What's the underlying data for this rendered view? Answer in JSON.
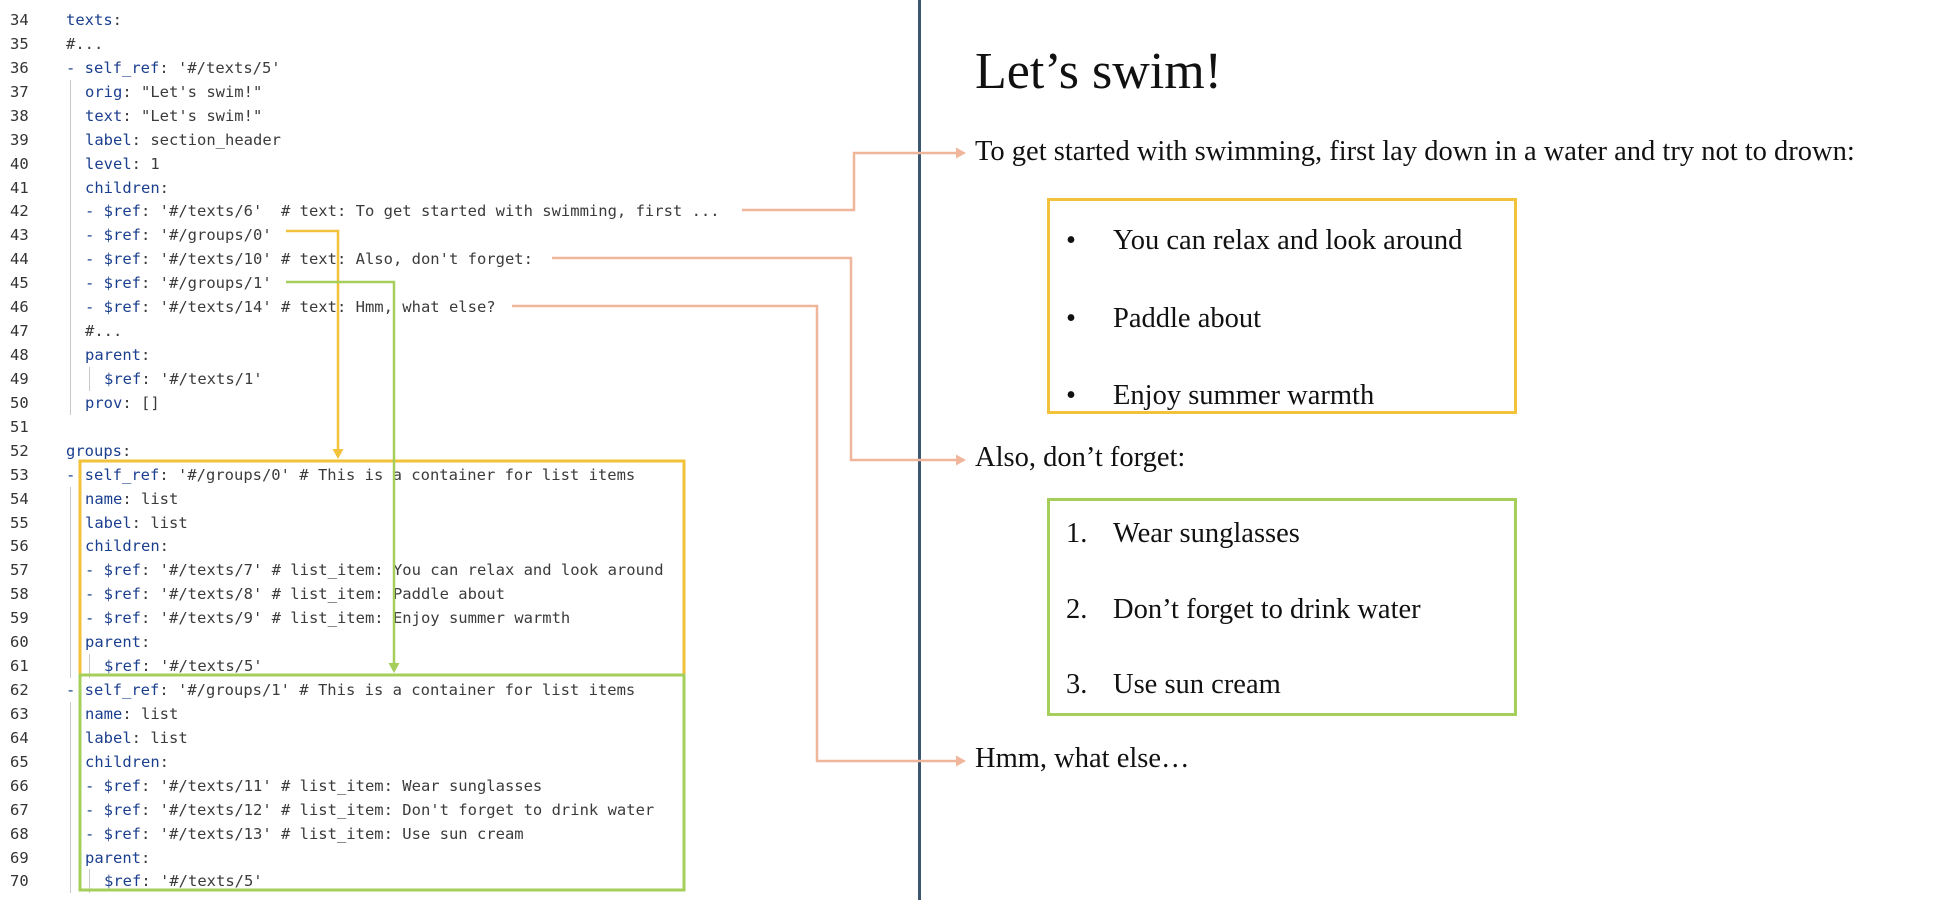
{
  "code": {
    "lines": [
      {
        "n": "34",
        "indent": 0,
        "key": "texts",
        "rest": ":"
      },
      {
        "n": "35",
        "indent": 0,
        "key": "",
        "rest": "#..."
      },
      {
        "n": "36",
        "indent": 0,
        "key": "- self_ref",
        "rest": ": '#/texts/5'"
      },
      {
        "n": "37",
        "indent": 1,
        "key": "orig",
        "rest": ": \"Let's swim!\""
      },
      {
        "n": "38",
        "indent": 1,
        "key": "text",
        "rest": ": \"Let's swim!\""
      },
      {
        "n": "39",
        "indent": 1,
        "key": "label",
        "rest": ": section_header"
      },
      {
        "n": "40",
        "indent": 1,
        "key": "level",
        "rest": ": 1"
      },
      {
        "n": "41",
        "indent": 1,
        "key": "children",
        "rest": ":"
      },
      {
        "n": "42",
        "indent": 1,
        "key": "- $ref",
        "rest": ": '#/texts/6'  # text: To get started with swimming, first ..."
      },
      {
        "n": "43",
        "indent": 1,
        "key": "- $ref",
        "rest": ": '#/groups/0'"
      },
      {
        "n": "44",
        "indent": 1,
        "key": "- $ref",
        "rest": ": '#/texts/10' # text: Also, don't forget:"
      },
      {
        "n": "45",
        "indent": 1,
        "key": "- $ref",
        "rest": ": '#/groups/1'"
      },
      {
        "n": "46",
        "indent": 1,
        "key": "- $ref",
        "rest": ": '#/texts/14' # text: Hmm, what else?"
      },
      {
        "n": "47",
        "indent": 1,
        "key": "",
        "rest": "#..."
      },
      {
        "n": "48",
        "indent": 1,
        "key": "parent",
        "rest": ":"
      },
      {
        "n": "49",
        "indent": 2,
        "key": "$ref",
        "rest": ": '#/texts/1'"
      },
      {
        "n": "50",
        "indent": 1,
        "key": "prov",
        "rest": ": []"
      },
      {
        "n": "51",
        "indent": 0,
        "key": "",
        "rest": ""
      },
      {
        "n": "52",
        "indent": 0,
        "key": "groups",
        "rest": ":"
      },
      {
        "n": "53",
        "indent": 0,
        "key": "- self_ref",
        "rest": ": '#/groups/0' # This is a container for list items"
      },
      {
        "n": "54",
        "indent": 1,
        "key": "name",
        "rest": ": list"
      },
      {
        "n": "55",
        "indent": 1,
        "key": "label",
        "rest": ": list"
      },
      {
        "n": "56",
        "indent": 1,
        "key": "children",
        "rest": ":"
      },
      {
        "n": "57",
        "indent": 1,
        "key": "- $ref",
        "rest": ": '#/texts/7' # list_item: You can relax and look around"
      },
      {
        "n": "58",
        "indent": 1,
        "key": "- $ref",
        "rest": ": '#/texts/8' # list_item: Paddle about"
      },
      {
        "n": "59",
        "indent": 1,
        "key": "- $ref",
        "rest": ": '#/texts/9' # list_item: Enjoy summer warmth"
      },
      {
        "n": "60",
        "indent": 1,
        "key": "parent",
        "rest": ":"
      },
      {
        "n": "61",
        "indent": 2,
        "key": "$ref",
        "rest": ": '#/texts/5'"
      },
      {
        "n": "62",
        "indent": 0,
        "key": "- self_ref",
        "rest": ": '#/groups/1' # This is a container for list items"
      },
      {
        "n": "63",
        "indent": 1,
        "key": "name",
        "rest": ": list"
      },
      {
        "n": "64",
        "indent": 1,
        "key": "label",
        "rest": ": list"
      },
      {
        "n": "65",
        "indent": 1,
        "key": "children",
        "rest": ":"
      },
      {
        "n": "66",
        "indent": 1,
        "key": "- $ref",
        "rest": ": '#/texts/11' # list_item: Wear sunglasses"
      },
      {
        "n": "67",
        "indent": 1,
        "key": "- $ref",
        "rest": ": '#/texts/12' # list_item: Don't forget to drink water"
      },
      {
        "n": "68",
        "indent": 1,
        "key": "- $ref",
        "rest": ": '#/texts/13' # list_item: Use sun cream"
      },
      {
        "n": "69",
        "indent": 1,
        "key": "parent",
        "rest": ":"
      },
      {
        "n": "70",
        "indent": 2,
        "key": "$ref",
        "rest": ": '#/texts/5'"
      }
    ]
  },
  "document": {
    "title": "Let’s swim!",
    "intro": "To get started with swimming, first lay down in a water and try not to drown:",
    "bullet_marker": "•",
    "bullet_items": [
      "You can relax and look around",
      "Paddle about",
      "Enjoy summer warmth"
    ],
    "also": "Also, don’t forget:",
    "ordered_markers": [
      "1.",
      "2.",
      "3."
    ],
    "ordered_items": [
      "Wear sunglasses",
      "Don’t forget to drink water",
      "Use sun cream"
    ],
    "ending": "Hmm, what else…"
  },
  "colors": {
    "text_arrow": "#f0b69b",
    "group0": "#f2c23a",
    "group1": "#a5cf5a",
    "divider": "#3d5670",
    "keyword": "#1b3f8f"
  }
}
